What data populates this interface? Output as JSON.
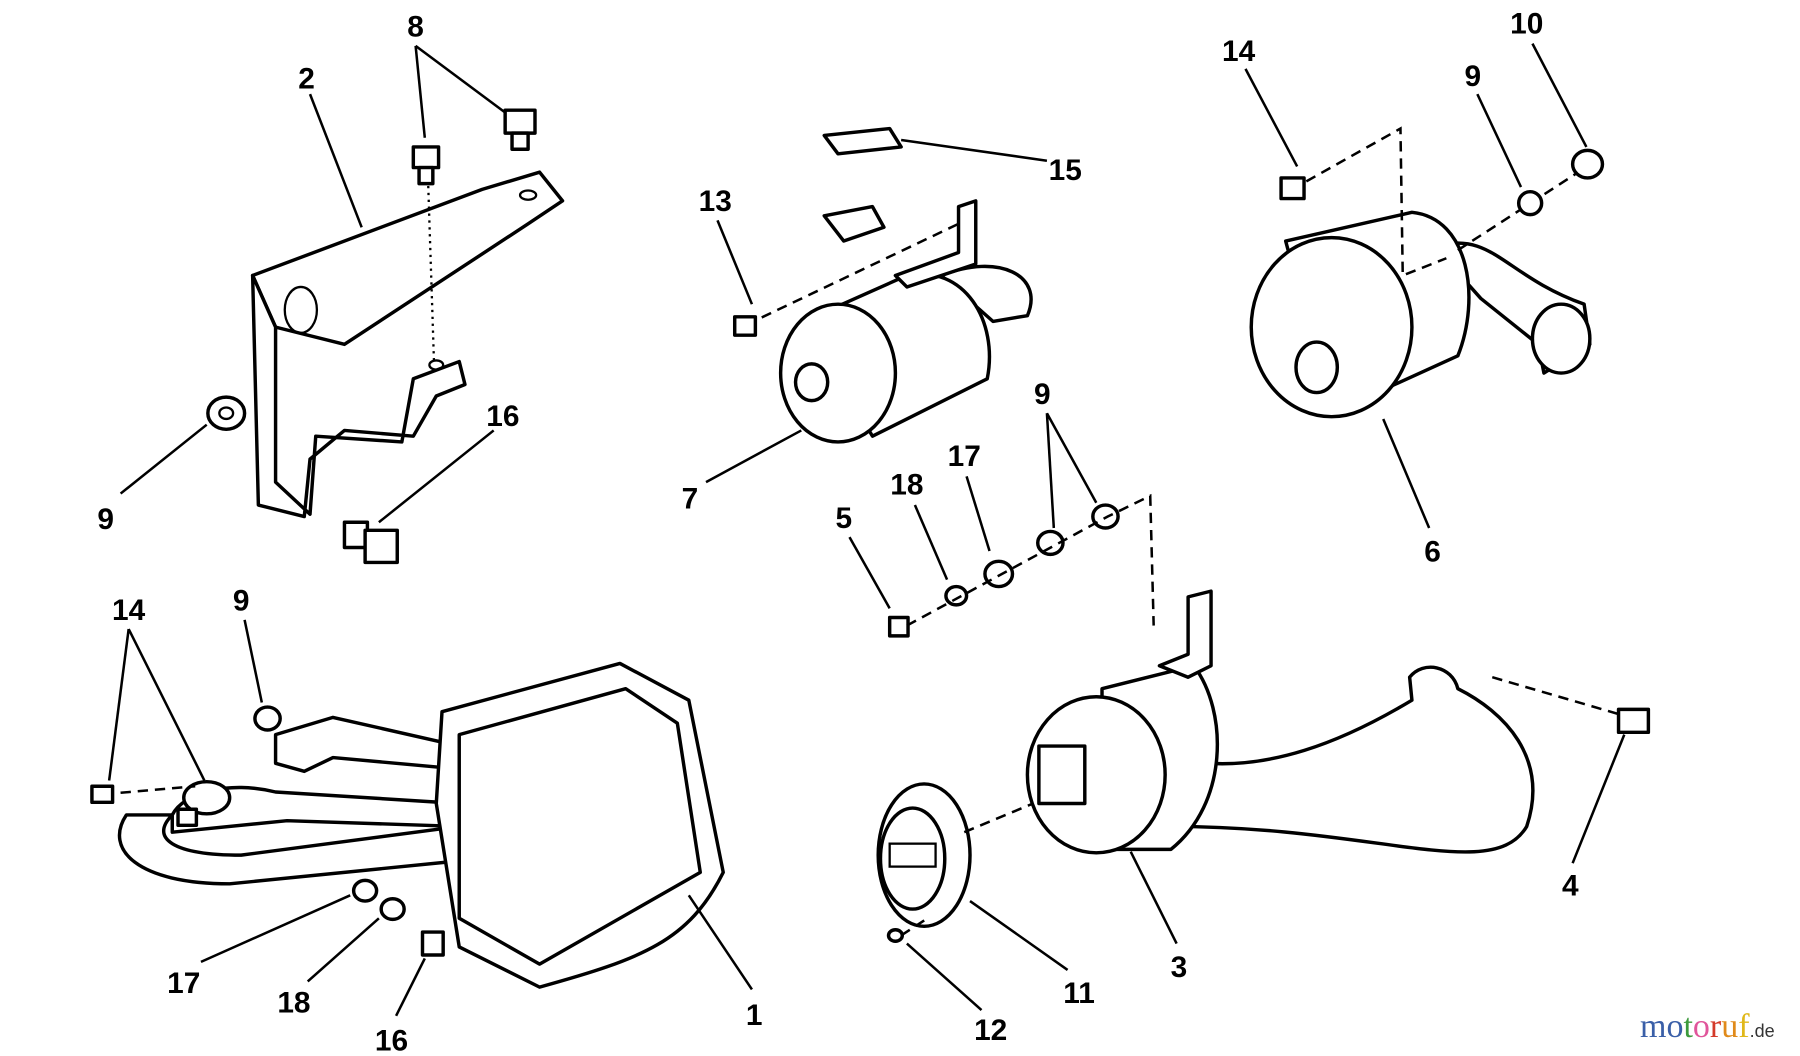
{
  "labels": {
    "l8": "8",
    "l2": "2",
    "l16a": "16",
    "l9a": "9",
    "l13": "13",
    "l15": "15",
    "l7": "7",
    "l5": "5",
    "l18a": "18",
    "l17a": "17",
    "l9b": "9",
    "l14a": "14",
    "l10": "10",
    "l9c": "9",
    "l6": "6",
    "l14b": "14",
    "l9d": "9",
    "l17b": "17",
    "l18b": "18",
    "l16b": "16",
    "l1": "1",
    "l12": "12",
    "l11": "11",
    "l3": "3",
    "l4": "4"
  },
  "watermark": {
    "main": [
      "m",
      "o",
      "t",
      "o",
      "r",
      "u",
      "f"
    ],
    "suffix": ".de",
    "colors": [
      "#3a5fa8",
      "#3a5fa8",
      "#3c9a3c",
      "#e0559a",
      "#d43a2a",
      "#e08a1a",
      "#e0b81a"
    ]
  }
}
